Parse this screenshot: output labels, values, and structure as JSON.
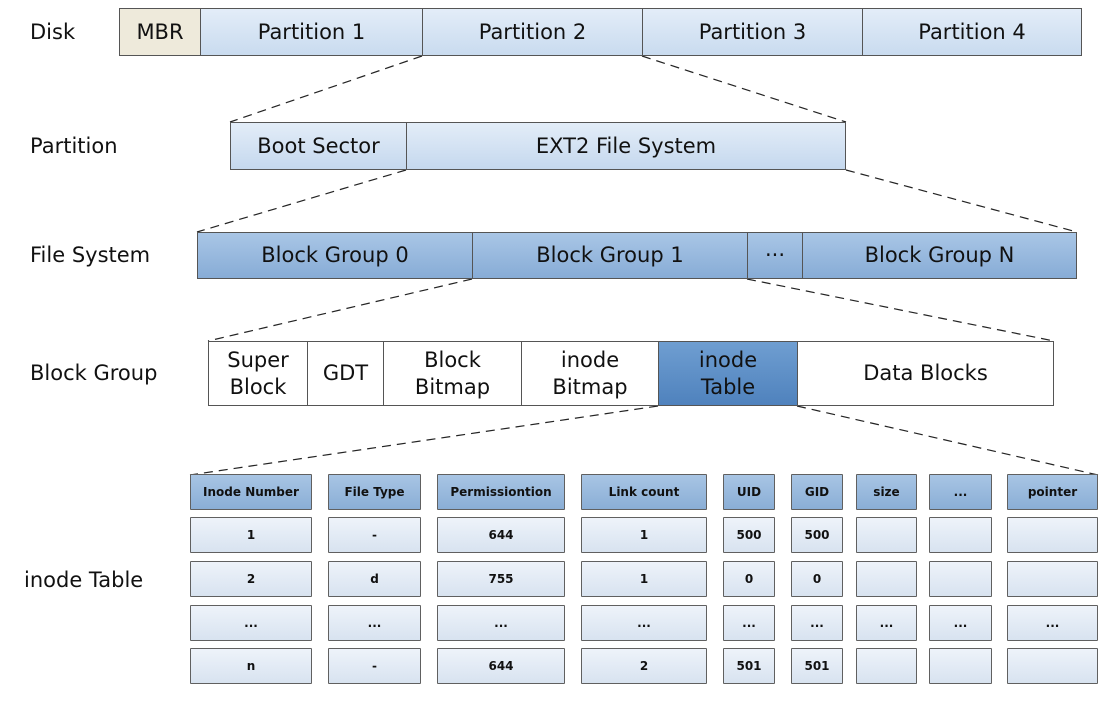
{
  "labels": {
    "disk": "Disk",
    "partition": "Partition",
    "file_system": "File System",
    "block_group": "Block Group",
    "inode_table": "inode Table"
  },
  "disk": {
    "mbr": "MBR",
    "partitions": [
      "Partition 1",
      "Partition 2",
      "Partition 3",
      "Partition 4"
    ]
  },
  "partition": {
    "boot_sector": "Boot Sector",
    "ext2": "EXT2 File System"
  },
  "file_system": {
    "groups": [
      "Block Group 0",
      "Block Group 1",
      "···",
      "Block Group N"
    ]
  },
  "block_group": {
    "super_block": [
      "Super",
      "Block"
    ],
    "gdt": "GDT",
    "block_bitmap": [
      "Block",
      "Bitmap"
    ],
    "inode_bitmap": [
      "inode",
      "Bitmap"
    ],
    "inode_table": [
      "inode",
      "Table"
    ],
    "data_blocks": "Data Blocks"
  },
  "inode_table": {
    "headers": [
      "Inode Number",
      "File Type",
      "Permissiontion",
      "Link count",
      "UID",
      "GID",
      "size",
      "...",
      "pointer"
    ],
    "rows": [
      [
        "1",
        "-",
        "644",
        "1",
        "500",
        "500",
        "",
        "",
        ""
      ],
      [
        "2",
        "d",
        "755",
        "1",
        "0",
        "0",
        "",
        "",
        ""
      ],
      [
        "...",
        "...",
        "...",
        "...",
        "...",
        "...",
        "...",
        "...",
        "..."
      ],
      [
        "n",
        "-",
        "644",
        "2",
        "501",
        "501",
        "",
        "",
        ""
      ]
    ]
  },
  "colors": {
    "disk_cell": "#d6e3f3",
    "mbr_cell": "#eeeadb",
    "file_system_cell": "#98b9de",
    "inode_table_highlight": "#5b8cc6",
    "table_header": "#99b9dd",
    "table_body": "#e3ebf5"
  }
}
